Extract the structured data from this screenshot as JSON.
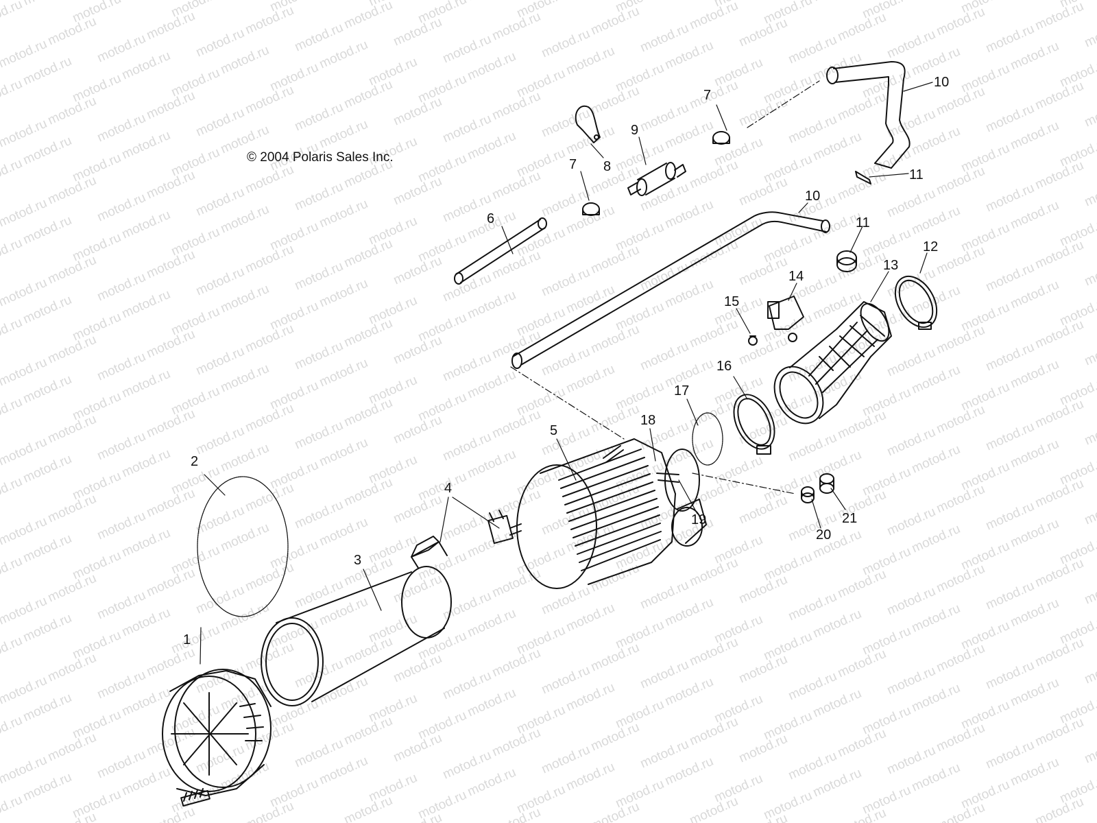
{
  "copyright": "© 2004 Polaris Sales Inc.",
  "watermark_text": "motod.ru",
  "callouts": [
    "1",
    "2",
    "3",
    "4",
    "5",
    "6",
    "7",
    "7",
    "8",
    "9",
    "10",
    "10",
    "11",
    "11",
    "12",
    "13",
    "14",
    "15",
    "16",
    "17",
    "18",
    "19",
    "20",
    "21"
  ]
}
